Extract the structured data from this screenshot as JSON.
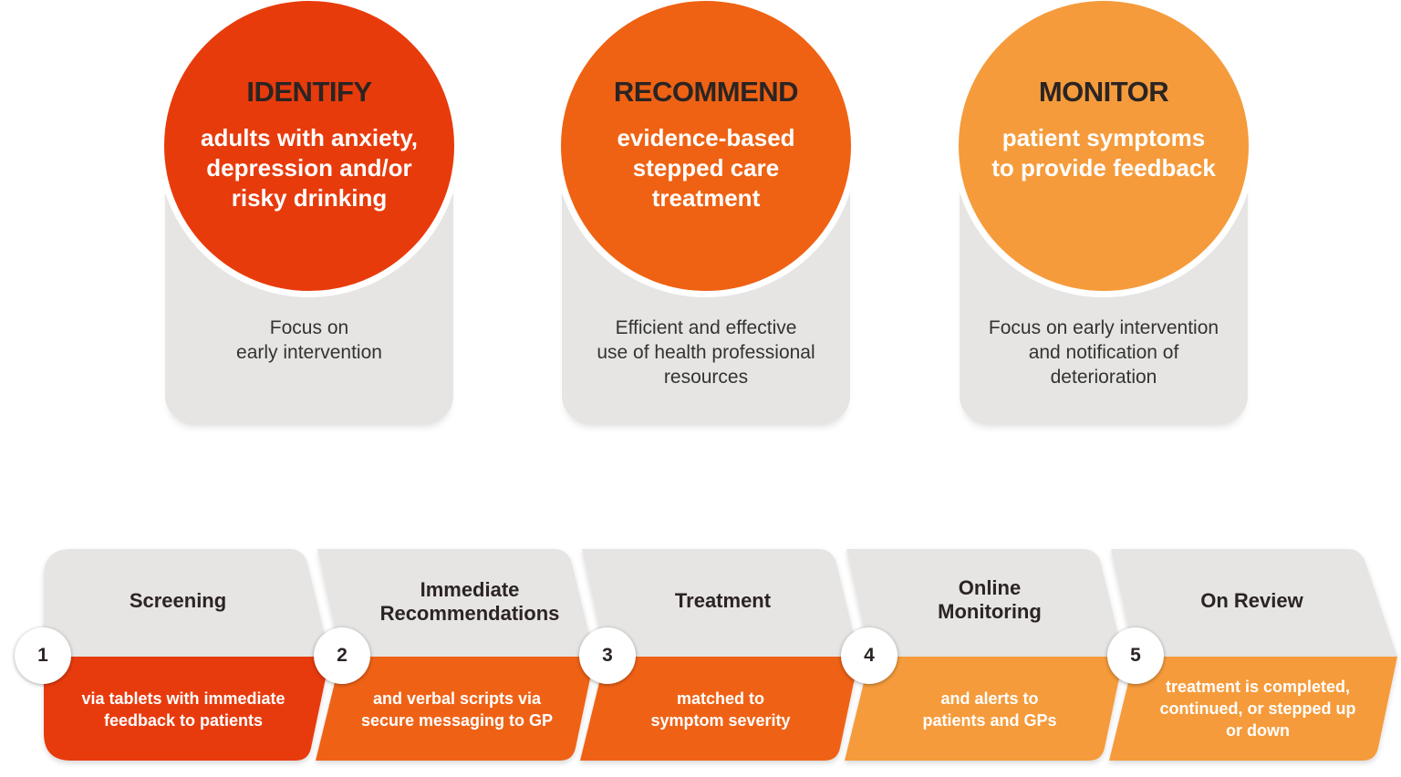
{
  "colors": {
    "red": "#e83b0c",
    "orange": "#ef6213",
    "light_orange": "#f59b3b",
    "gray": "#e6e5e3"
  },
  "cards": [
    {
      "title": "IDENTIFY",
      "body": "adults with anxiety,\ndepression and/or\nrisky drinking",
      "desc": "Focus on\nearly intervention",
      "color": "#e83b0c"
    },
    {
      "title": "RECOMMEND",
      "body": "evidence-based\nstepped care\ntreatment",
      "desc": "Efficient and effective\nuse of health professional\nresources",
      "color": "#ef6213"
    },
    {
      "title": "MONITOR",
      "body": "patient symptoms\nto provide feedback",
      "desc": "Focus on early intervention\nand notification of\ndeterioration",
      "color": "#f59b3b"
    }
  ],
  "steps": [
    {
      "number": "1",
      "title": "Screening",
      "desc": "via tablets with immediate\nfeedback to patients",
      "color": "#e83b0c"
    },
    {
      "number": "2",
      "title": "Immediate\nRecommendations",
      "desc": "and verbal scripts via\nsecure messaging to GP",
      "color": "#ef6213"
    },
    {
      "number": "3",
      "title": "Treatment",
      "desc": "matched to\nsymptom severity",
      "color": "#ef6213"
    },
    {
      "number": "4",
      "title": "Online\nMonitoring",
      "desc": "and alerts to\npatients and GPs",
      "color": "#f59b3b"
    },
    {
      "number": "5",
      "title": "On Review",
      "desc": "treatment is completed,\ncontinued, or stepped up\nor down",
      "color": "#f59b3b"
    }
  ]
}
